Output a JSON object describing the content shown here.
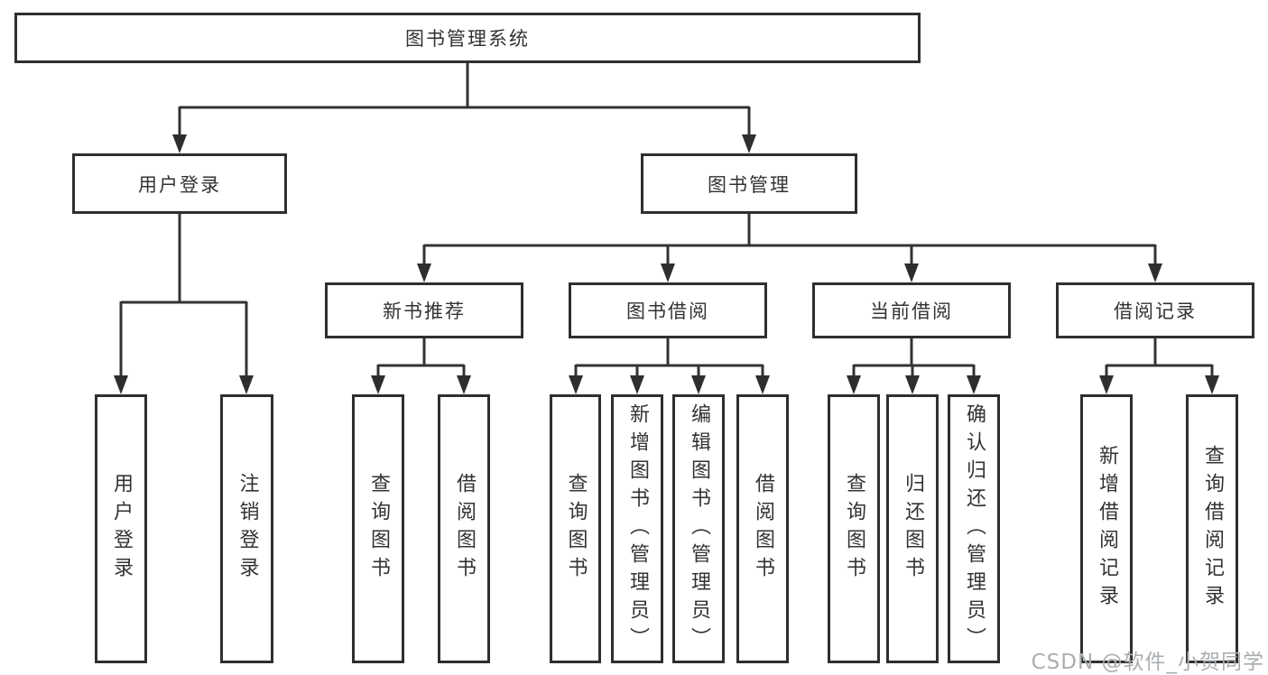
{
  "diagram": {
    "root": "图书管理系统",
    "level2": [
      "用户登录",
      "图书管理"
    ],
    "level3": [
      "新书推荐",
      "图书借阅",
      "当前借阅",
      "借阅记录"
    ],
    "leaves": {
      "login": [
        "用户登录",
        "注销登录"
      ],
      "newbook": [
        "查询图书",
        "借阅图书"
      ],
      "borrow": [
        "查询图书",
        "新增图书（管理员）",
        "编辑图书（管理员）",
        "借阅图书"
      ],
      "current": [
        "查询图书",
        "归还图书",
        "确认归还（管理员）"
      ],
      "records": [
        "新增借阅记录",
        "查询借阅记录"
      ]
    },
    "colors": {
      "line": "#333333",
      "arrow": "#2e2e2e",
      "box_border": "#2f2f2f",
      "box_fill": "#ffffff",
      "text": "#333333",
      "background": "#ffffff",
      "watermark": "#aaaeb1"
    }
  },
  "watermark": {
    "text": "CSDN @软件_小贺同学"
  }
}
